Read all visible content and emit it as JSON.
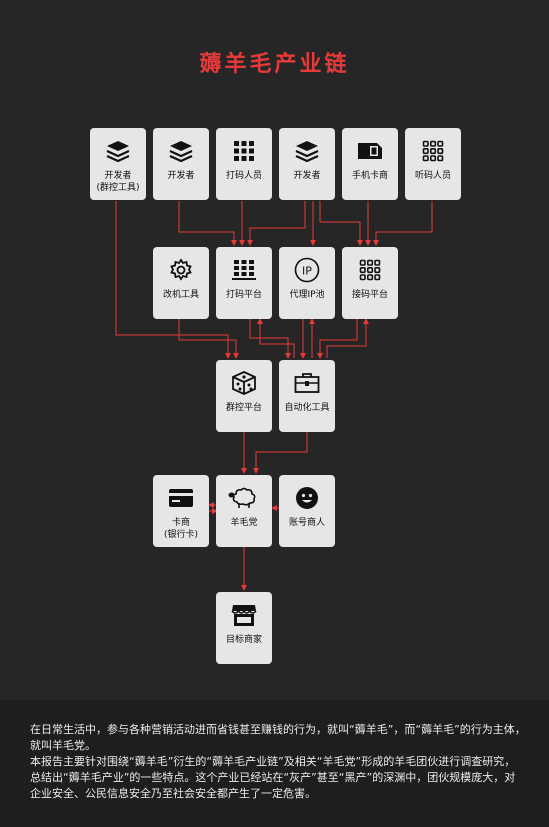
{
  "title": "薅羊毛产业链",
  "nodes": {
    "dev1": {
      "label1": "开发者",
      "label2": "(群控工具)"
    },
    "dev2": {
      "label1": "开发者"
    },
    "coder": {
      "label1": "打码人员"
    },
    "dev3": {
      "label1": "开发者"
    },
    "simcard": {
      "label1": "手机卡商"
    },
    "listener": {
      "label1": "听码人员"
    },
    "modtool": {
      "label1": "改机工具"
    },
    "codeplatform": {
      "label1": "打码平台"
    },
    "proxy": {
      "label1": "代理IP池",
      "icon_text": "IP"
    },
    "receiveplatform": {
      "label1": "接码平台"
    },
    "groupcontrol": {
      "label1": "群控平台"
    },
    "autotool": {
      "label1": "自动化工具"
    },
    "cardseller": {
      "label1": "卡商",
      "label2": "(银行卡)"
    },
    "woolparty": {
      "label1": "羊毛党"
    },
    "account": {
      "label1": "账号商人"
    },
    "merchant": {
      "label1": "目标商家"
    }
  },
  "description": {
    "p1": "在日常生活中，参与各种营销活动进而省钱甚至赚钱的行为，就叫“薅羊毛”，而“薅羊毛”的行为主体，就叫羊毛党。",
    "p2": "本报告主要针对围绕“薅羊毛”衍生的“薅羊毛产业链”及相关“羊毛党”形成的羊毛团伙进行调查研究，总结出“薅羊毛产业”的一些特点。这个产业已经站在“灰产”甚至“黑产”的深渊中，团伙规模庞大，对企业安全、公民信息安全乃至社会安全都产生了一定危害。"
  },
  "colors": {
    "accent": "#e53a3a",
    "background": "#262626",
    "node": "#e6e6e6"
  }
}
